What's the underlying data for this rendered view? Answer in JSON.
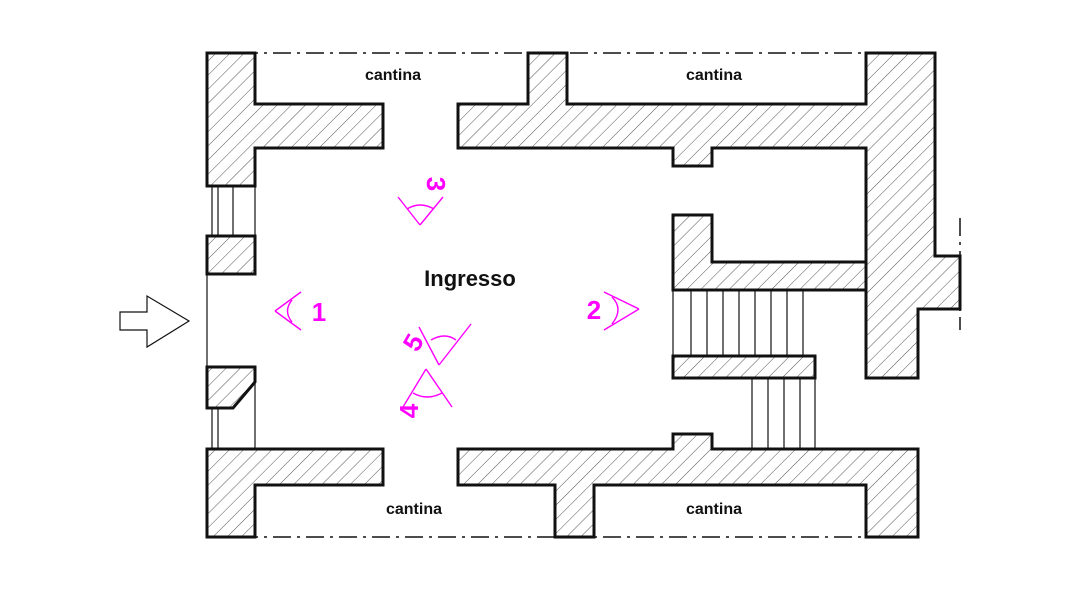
{
  "plan": {
    "main_room_label": "Ingresso",
    "cellar_labels": [
      "cantina",
      "cantina",
      "cantina",
      "cantina"
    ]
  },
  "viewpoints": [
    "1",
    "2",
    "3",
    "4",
    "5"
  ],
  "colors": {
    "viewpoint": "#ff00ff",
    "wall_line": "#111111",
    "background": "#ffffff"
  },
  "icons": {
    "entrance": "entrance-arrow-icon",
    "camera": "camera-viewpoint-icon"
  }
}
